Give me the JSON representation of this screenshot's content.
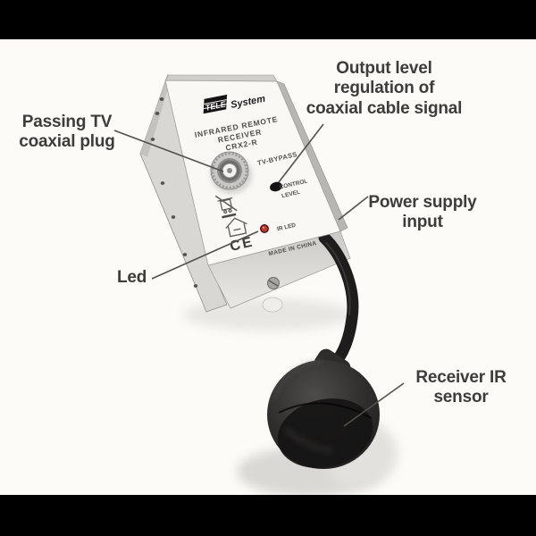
{
  "figure": {
    "callouts": {
      "passing_tv": "Passing TV\ncoaxial plug",
      "output_level": "Output level\nregulation of\ncoaxial cable signal",
      "power_supply": "Power supply\ninput",
      "led": "Led",
      "receiver_ir": "Receiver IR\nsensor"
    },
    "device_print": {
      "brand_mark": "TELE",
      "brand_name": "System",
      "product_line1": "INFRARED REMOTE",
      "product_line2": "RECEIVER",
      "product_line3": "CRX2-R",
      "tv_bypass": "TV-BYPASS",
      "control_label_line1": "CONTROL",
      "control_label_line2": "LEVEL",
      "ir_led_label": "IR LED",
      "ce_mark": "CE",
      "made_in": "MADE IN CHINA"
    },
    "colors": {
      "background": "#fcfbf8",
      "letterbox": "#000000",
      "callout_text": "#3d3c3a",
      "device_face": "#f9f8f5",
      "metal_gray": "#d8d7d4",
      "led_red": "#c4392e",
      "cable_black": "#1e1d1c",
      "sensor_body": "#2b2a28"
    }
  }
}
